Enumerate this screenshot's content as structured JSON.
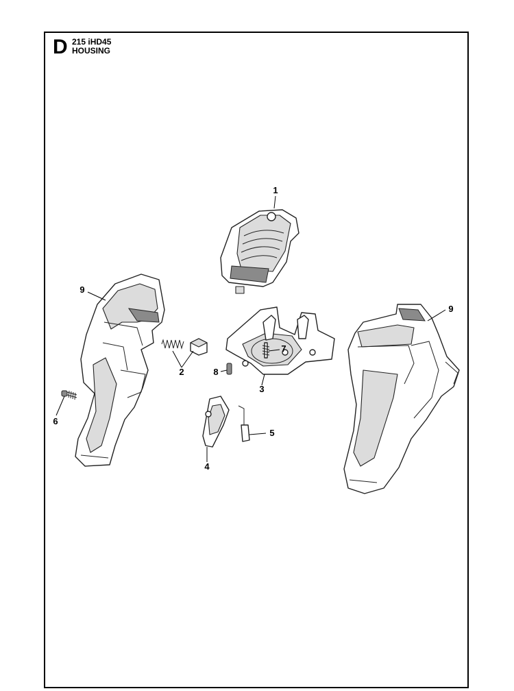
{
  "header": {
    "section_letter": "D",
    "model": "215 iHD45",
    "title": "HOUSING"
  },
  "callouts": [
    {
      "id": "c1",
      "label": "1"
    },
    {
      "id": "c2",
      "label": "2"
    },
    {
      "id": "c3",
      "label": "3"
    },
    {
      "id": "c4",
      "label": "4"
    },
    {
      "id": "c5",
      "label": "5"
    },
    {
      "id": "c6",
      "label": "6"
    },
    {
      "id": "c7",
      "label": "7"
    },
    {
      "id": "c8",
      "label": "8"
    },
    {
      "id": "c9a",
      "label": "9"
    },
    {
      "id": "c9b",
      "label": "9"
    }
  ]
}
